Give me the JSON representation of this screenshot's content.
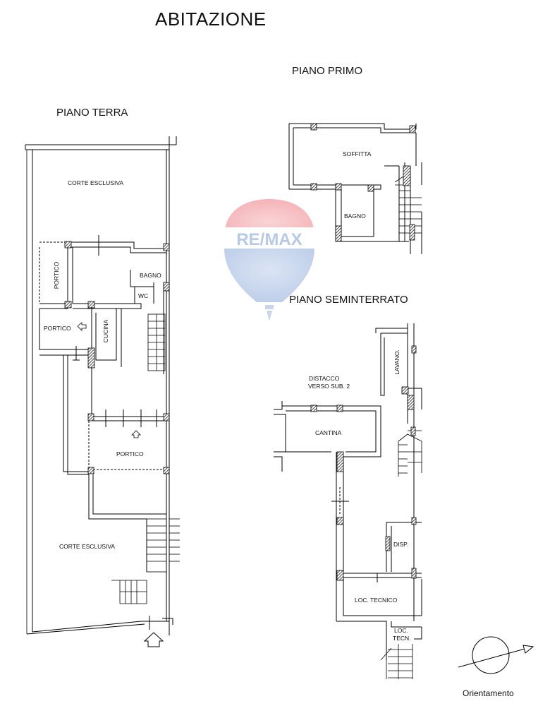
{
  "title": "ABITAZIONE",
  "floors": {
    "terra": "PIANO TERRA",
    "primo": "PIANO PRIMO",
    "seminterrato": "PIANO SEMINTERRATO"
  },
  "rooms": {
    "terra": {
      "corte_top": "CORTE ESCLUSIVA",
      "portico_vertical": "PORTICO",
      "bagno": "BAGNO",
      "wc": "WC",
      "portico_side": "PORTICO",
      "cucina": "CUCINA",
      "portico_center": "PORTICO",
      "corte_bottom": "CORTE ESCLUSIVA"
    },
    "primo": {
      "soffitta": "SOFFITTA",
      "bagno": "BAGNO"
    },
    "seminterrato": {
      "lavano": "LAVANO.",
      "distacco_1": "DISTACCO",
      "distacco_2": "VERSO SUB. 2",
      "cantina": "CANTINA",
      "disp": "DISP.",
      "loc_tecnico": "LOC. TECNICO",
      "loc_tecn_1": "LOC.",
      "loc_tecn_2": "TECN."
    }
  },
  "watermark": {
    "text": "RE/MAX",
    "colors": {
      "red": "#e8202a",
      "blue": "#1a4f9c"
    }
  },
  "orientation": {
    "label": "Orientamento",
    "icon": "compass-arrow-icon"
  },
  "wall_color": "#000000",
  "pillar_fill": "hatched"
}
